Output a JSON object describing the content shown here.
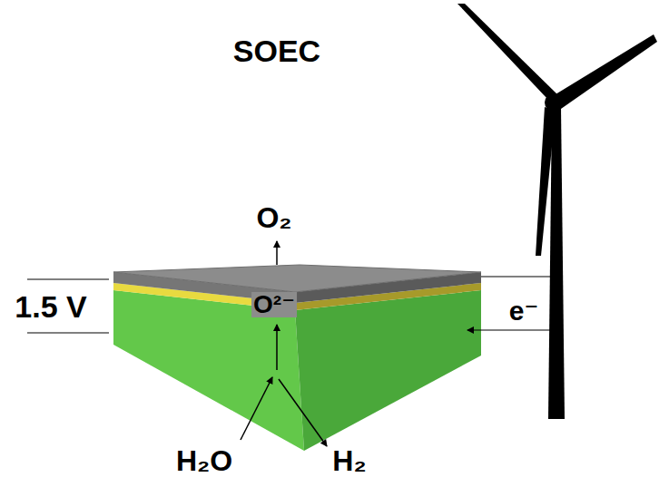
{
  "diagram": {
    "title": "SOEC",
    "labels": [
      "O₂",
      "O²⁻",
      "1.5 V",
      "e⁻",
      "H₂O",
      "H₂"
    ]
  }
}
